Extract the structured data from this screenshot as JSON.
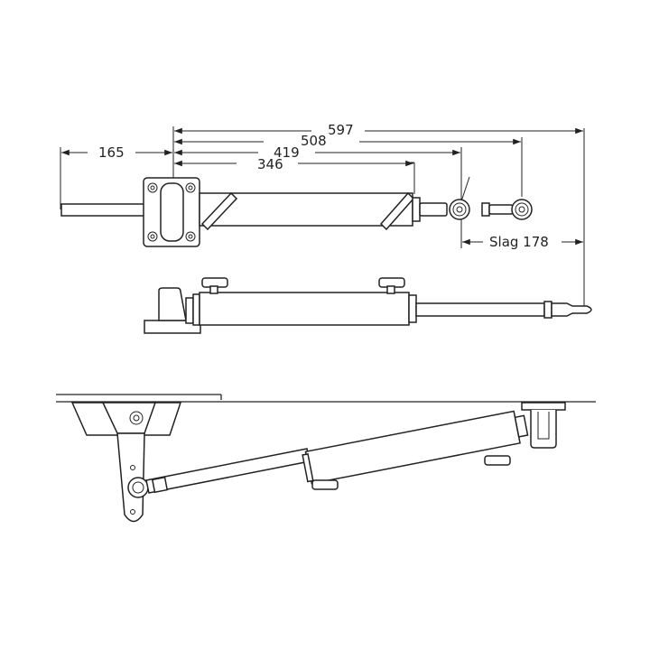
{
  "drawing": {
    "subject": "hydraulic steering cylinder",
    "dimensions": {
      "d597": "597",
      "d508": "508",
      "d419": "419",
      "d346": "346",
      "d165": "165",
      "stroke": "Slag 178"
    },
    "views": [
      {
        "name": "top-view"
      },
      {
        "name": "side-view"
      },
      {
        "name": "installation-view"
      }
    ],
    "line_color": "#222222",
    "background": "#ffffff"
  }
}
